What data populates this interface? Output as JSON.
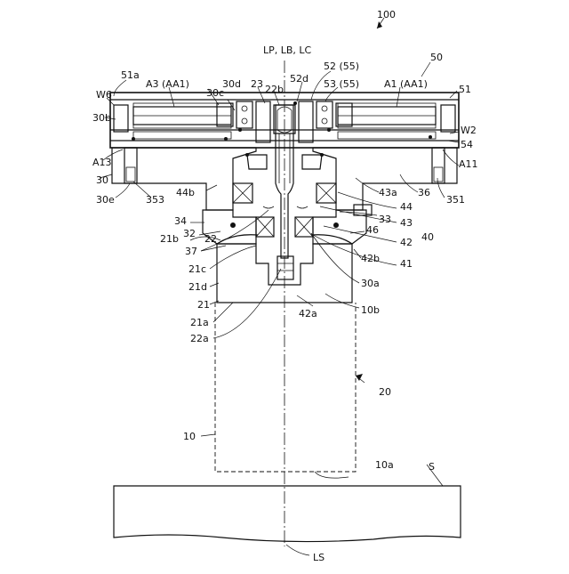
{
  "figure": {
    "ref_main": "100",
    "axis_label_top": "LP, LB, LC",
    "axis_label_bottom": "LS",
    "labels": {
      "l50": "50",
      "l51a": "51a",
      "l52_55": "52 (55)",
      "l52d": "52d",
      "l53_55": "53 (55)",
      "lA3": "A3 (AA1)",
      "lA1": "A1 (AA1)",
      "l30d": "30d",
      "l30c": "30c",
      "l23": "23",
      "l22b": "22b",
      "l51": "51",
      "lW6": "W6",
      "l30b": "30b",
      "lA13": "A13",
      "l30": "30",
      "l30e": "30e",
      "l353": "353",
      "l44b": "44b",
      "lW2": "W2",
      "l54": "54",
      "lA11": "A11",
      "l43a": "43a",
      "l36": "36",
      "l351": "351",
      "l44": "44",
      "l43": "43",
      "l33": "33",
      "l34": "34",
      "l32": "32",
      "l21b": "21b",
      "l22": "22",
      "l37": "37",
      "l46": "46",
      "l42": "42",
      "l40": "40",
      "l42b": "42b",
      "l41": "41",
      "l21c": "21c",
      "l21d": "21d",
      "l30a": "30a",
      "l21": "21",
      "l42a": "42a",
      "l10b": "10b",
      "l21a": "21a",
      "l22a": "22a",
      "l20": "20",
      "l10": "10",
      "l10a": "10a",
      "lS": "S"
    }
  }
}
